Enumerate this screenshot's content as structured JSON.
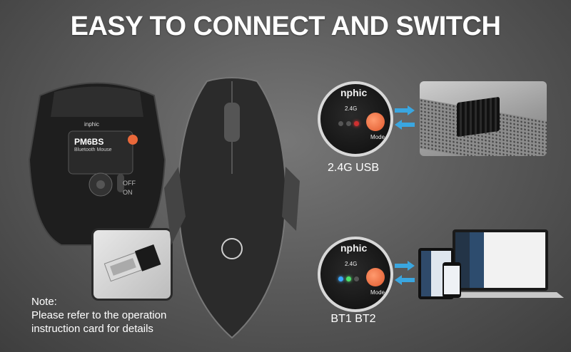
{
  "title": "EASY TO CONNECT AND SWITCH",
  "note": {
    "line1": "Note:",
    "line2": "Please refer to the operation",
    "line3": "instruction card for details"
  },
  "modes": [
    {
      "caption": "2.4G USB",
      "indicator_label": "2.4G"
    },
    {
      "caption": "BT1 BT2",
      "indicator_label": "2.4G"
    }
  ],
  "mouse_bottom": {
    "brand": "inphic",
    "model": "PM6BS",
    "subtitle": "Bluetooth Mouse",
    "switch_off": "OFF",
    "switch_on": "ON"
  },
  "circle_brand": "nphic",
  "mode_label": "Mode",
  "colors": {
    "mode_button": "#e9683a",
    "arrow": "#3aa6e0",
    "led_green": "#4de06a",
    "led_blue": "#3aa6ff",
    "led_red": "#d03030"
  }
}
